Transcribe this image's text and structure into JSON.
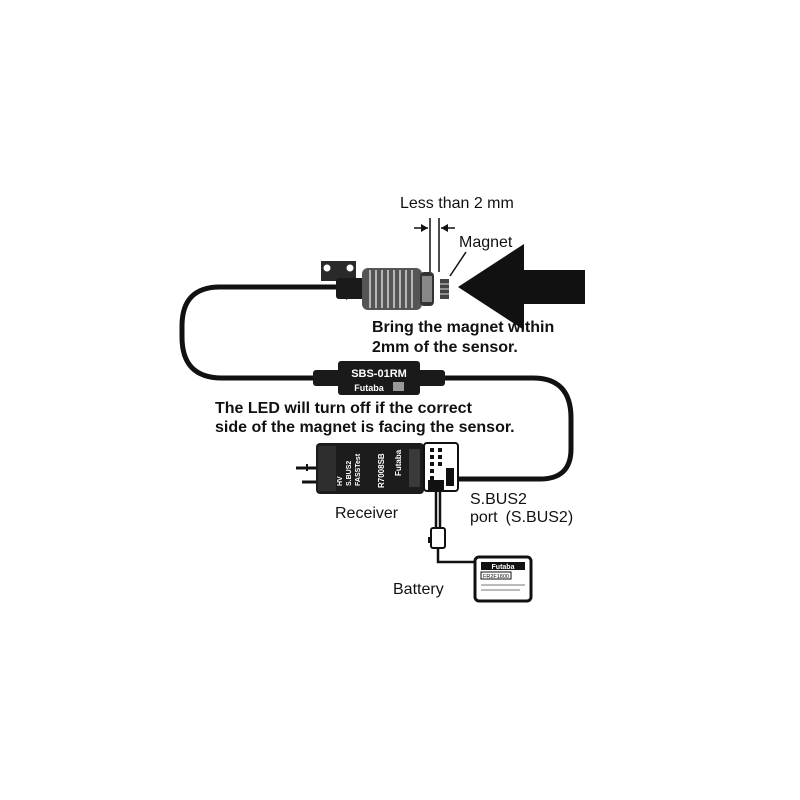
{
  "labels": {
    "gap": "Less than 2 mm",
    "magnet": "Magnet",
    "instruction_line1": "Bring the magnet within",
    "instruction_line2": "2mm of the sensor.",
    "led_line1": "The LED will turn off if the correct",
    "led_line2": "side of the magnet is facing the sensor.",
    "receiver": "Receiver",
    "port_line1": "S.BUS2",
    "port_line2": "port (S.BUS2)",
    "battery": "Battery"
  },
  "sensor_unit": {
    "model": "SBS-01RM",
    "brand": "Futaba"
  },
  "receiver_unit": {
    "model": "R7008SB",
    "brand": "Futaba",
    "badge_1": "FASSTest",
    "badge_2": "S.BUS2",
    "badge_3": "HV"
  },
  "battery_unit": {
    "brand": "Futaba",
    "model": "FR2F1800"
  }
}
